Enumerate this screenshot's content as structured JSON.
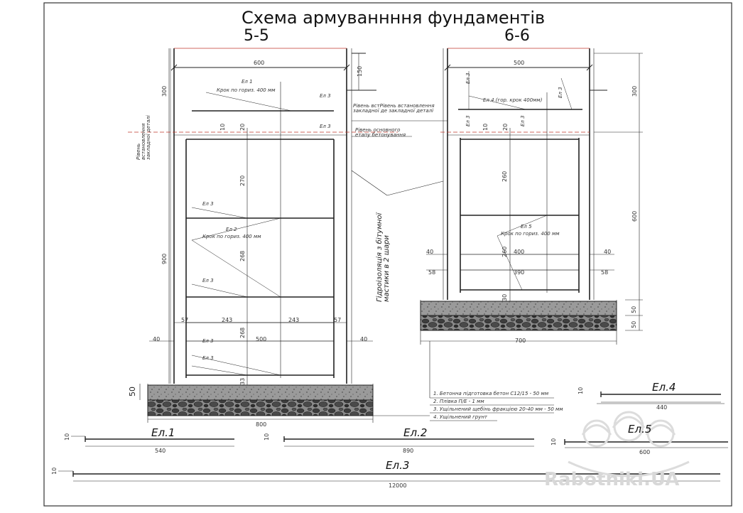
{
  "title": "Схема армуваннння фундаментів",
  "sections": {
    "left": "5-5",
    "right": "6-6"
  },
  "left_section": {
    "dims": {
      "top_width": "600",
      "d150": "150",
      "d300": "300",
      "d900": "900",
      "d270": "270",
      "d268a": "268",
      "d268b": "268",
      "d243a": "243",
      "d243b": "243",
      "d57a": "57",
      "d57b": "57",
      "d500": "500",
      "d40a": "40",
      "d40b": "40",
      "d800": "800",
      "d50": "50",
      "d10": "10",
      "d20": "20",
      "d33": "33"
    },
    "labels": {
      "el1": "Ел 1",
      "step1": "Крок по гориз. 400 мм",
      "el3a": "Ел 3",
      "el3b": "Ел 3",
      "el3c": "Ел 3",
      "el3d": "Ел 3",
      "el3e": "Ел 3",
      "el3f": "Ел 3",
      "el2": "Ел 2",
      "step2": "Крок по гориз. 400 мм",
      "embed_level": "Рівень встановлення закладної деталі"
    }
  },
  "middle_labels": {
    "level_embed": "Рівень встРівень встановлення закладної де закладної деталі",
    "level_main": "Рівень основного етапу бетонування",
    "waterproof": "Гідроізоляція з бітумної мастики в 2 шари"
  },
  "right_section": {
    "dims": {
      "top_width": "500",
      "d300": "300",
      "d600": "600",
      "d260a": "260",
      "d260b": "260",
      "d400": "400",
      "d390": "390",
      "d40a": "40",
      "d40b": "40",
      "d58a": "58",
      "d58b": "58",
      "d700": "700",
      "d50a": "50",
      "d50b": "50",
      "d10": "10",
      "d20": "20",
      "d30": "30"
    },
    "labels": {
      "el3a": "Ел 3",
      "el3b": "Ел 3",
      "el3c": "Ел 3",
      "el3d": "Ел 3",
      "el4": "Ел 4 (гор. крок 400мм)",
      "el5": "Ел 5",
      "step5": "Крок по гориз. 400 мм"
    }
  },
  "legend": [
    "1. Бетонна підготовка  бетон С12/15 - 50 мм",
    "2. Плівка П/Е - 1 мм",
    "3. Ущільнений щебінь фракцією 20-40 мм - 50 мм",
    "4. Ущільнений грунт"
  ],
  "elements": {
    "el1": {
      "name": "Ел.1",
      "length": "540",
      "hook": "10"
    },
    "el2": {
      "name": "Ел.2",
      "length": "890",
      "hook": "10"
    },
    "el3": {
      "name": "Ел.3",
      "length": "12000",
      "hook": "10"
    },
    "el4": {
      "name": "Ел.4",
      "length": "440",
      "hook": "10"
    },
    "el5": {
      "name": "Ел.5",
      "length": "600",
      "hook": "10"
    }
  },
  "watermark": "Rabotniki.UA",
  "colors": {
    "line": "#222222",
    "hidden": "#c0392b",
    "gravel": "#555555",
    "watermark": "#d8d8d8"
  }
}
